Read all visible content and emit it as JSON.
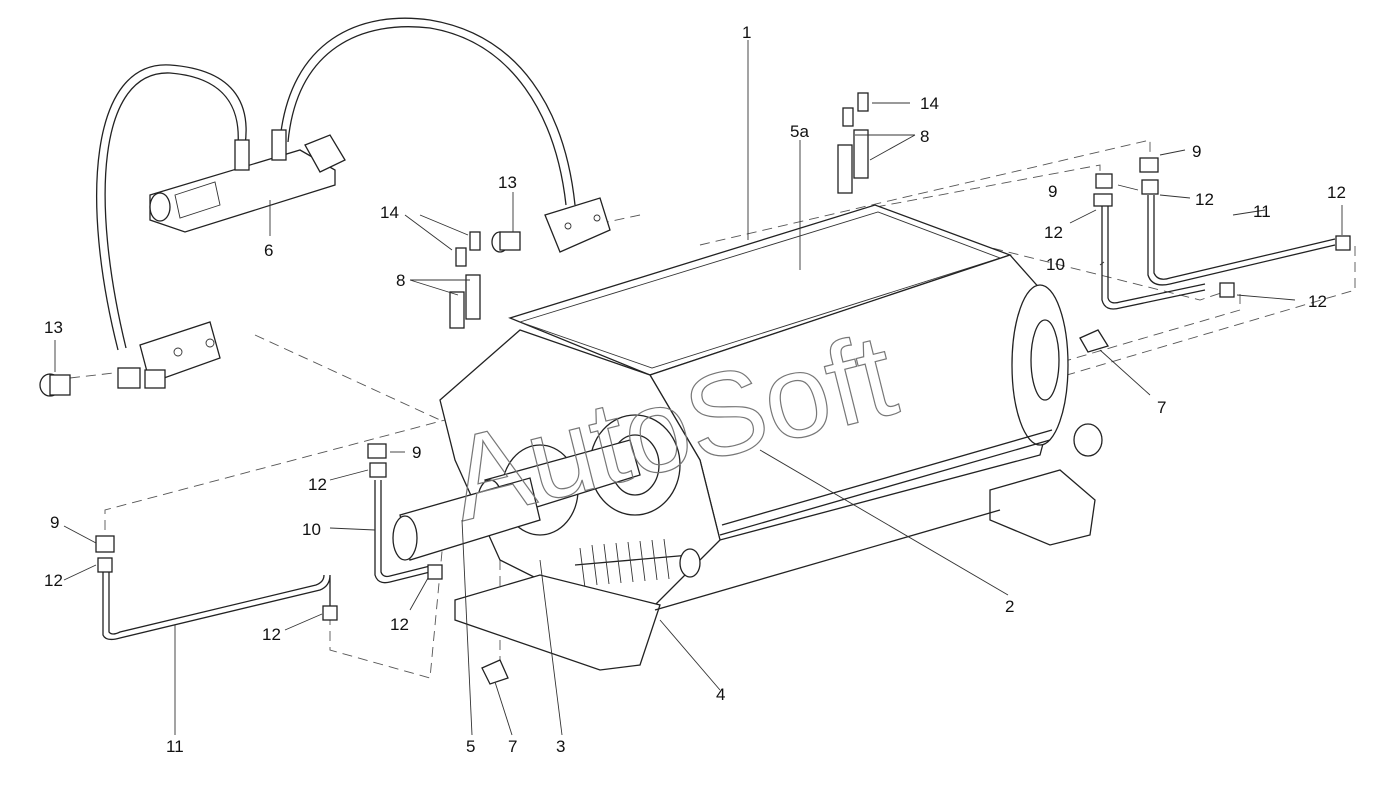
{
  "watermark": "AutoSoft",
  "callouts": {
    "c1": "1",
    "c5a": "5a",
    "c14a": "14",
    "c8a": "8",
    "c9a": "9",
    "c12a": "12",
    "c12b": "12",
    "c9b": "9",
    "c11a": "11",
    "c12c": "12",
    "c10a": "10",
    "c12d": "12",
    "c7a": "7",
    "c13a": "13",
    "c14b": "14",
    "c8b": "8",
    "c6": "6",
    "c13b": "13",
    "c9c": "9",
    "c12e": "12",
    "c10b": "10",
    "c9d": "9",
    "c12f": "12",
    "c12g": "12",
    "c12h": "12",
    "c2": "2",
    "c4": "4",
    "c3": "3",
    "c7b": "7",
    "c5": "5",
    "c11b": "11"
  }
}
